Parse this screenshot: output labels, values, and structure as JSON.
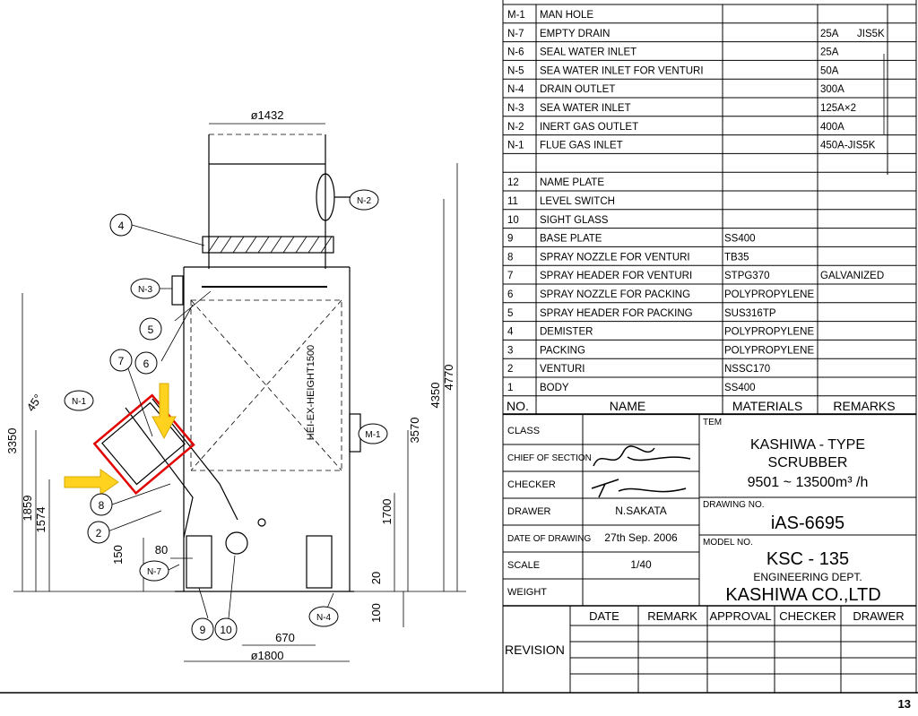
{
  "nozzles": [
    {
      "mark": "M-1",
      "name": "MAN HOLE",
      "spec": ""
    },
    {
      "mark": "N-7",
      "name": "EMPTY DRAIN",
      "spec": "25A",
      "std": "JIS5K"
    },
    {
      "mark": "N-6",
      "name": "SEAL WATER INLET",
      "spec": "25A"
    },
    {
      "mark": "N-5",
      "name": "SEA WATER INLET FOR VENTURI",
      "spec": "50A"
    },
    {
      "mark": "N-4",
      "name": "DRAIN OUTLET",
      "spec": "300A"
    },
    {
      "mark": "N-3",
      "name": "SEA WATER INLET",
      "spec": "125A×2"
    },
    {
      "mark": "N-2",
      "name": "INERT GAS OUTLET",
      "spec": "400A"
    },
    {
      "mark": "N-1",
      "name": "FLUE GAS INLET",
      "spec": "450A-JIS5K"
    }
  ],
  "parts": [
    {
      "no": "12",
      "name": "NAME PLATE",
      "material": "",
      "remark": ""
    },
    {
      "no": "11",
      "name": "LEVEL SWITCH",
      "material": "",
      "remark": ""
    },
    {
      "no": "10",
      "name": "SIGHT GLASS",
      "material": "",
      "remark": ""
    },
    {
      "no": "9",
      "name": "BASE PLATE",
      "material": "SS400",
      "remark": ""
    },
    {
      "no": "8",
      "name": "SPRAY NOZZLE FOR VENTURI",
      "material": "TB35",
      "remark": ""
    },
    {
      "no": "7",
      "name": "SPRAY HEADER FOR VENTURI",
      "material": "STPG370",
      "remark": "GALVANIZED"
    },
    {
      "no": "6",
      "name": "SPRAY NOZZLE FOR PACKING",
      "material": "POLYPROPYLENE",
      "remark": ""
    },
    {
      "no": "5",
      "name": "SPRAY HEADER FOR PACKING",
      "material": "SUS316TP",
      "remark": ""
    },
    {
      "no": "4",
      "name": "DEMISTER",
      "material": "POLYPROPYLENE",
      "remark": ""
    },
    {
      "no": "3",
      "name": "PACKING",
      "material": "POLYPROPYLENE",
      "remark": ""
    },
    {
      "no": "2",
      "name": "VENTURI",
      "material": "NSSC170",
      "remark": ""
    },
    {
      "no": "1",
      "name": "BODY",
      "material": "SS400",
      "remark": ""
    }
  ],
  "parts_header": {
    "no": "NO.",
    "name": "NAME",
    "materials": "MATERIALS",
    "remarks": "REMARKS"
  },
  "title_block": {
    "class_label": "CLASS",
    "chief_label": "CHIEF OF SECTION",
    "checker_label": "CHECKER",
    "drawer_label": "DRAWER",
    "drawer_value": "N.SAKATA",
    "date_label": "DATE OF DRAWING",
    "date_value": "27th Sep. 2006",
    "scale_label": "SCALE",
    "scale_value": "1/40",
    "weight_label": "WEIGHT",
    "item_label": "TEM",
    "title_line1": "KASHIWA - TYPE",
    "title_line2": "SCRUBBER",
    "title_line3": "9501 ~ 13500m³ /h",
    "drawing_no_label": "DRAWING NO.",
    "drawing_no": "iAS-6695",
    "model_no_label": "MODEL NO.",
    "model_no": "KSC - 135",
    "dept": "ENGINEERING DEPT.",
    "company": "KASHIWA CO.,LTD",
    "revision_label": "REVISION",
    "rev_cols": [
      "DATE",
      "REMARK",
      "APPROVAL",
      "CHECKER",
      "DRAWER"
    ]
  },
  "page_number": "13",
  "dimensions": {
    "top_dia": "ø1432",
    "bottom_dia": "ø1800",
    "h4770": "4770",
    "h4350": "4350",
    "h3570": "3570",
    "h3350": "3350",
    "h1859": "1859",
    "h1574": "1574",
    "h1700": "1700",
    "h1500": "HEI-EX-HEIGHT1500",
    "d80": "80",
    "d150": "150",
    "d670": "670",
    "d100": "100",
    "d20": "20",
    "angle": "45°"
  },
  "callouts": {
    "c4": "4",
    "c5": "5",
    "c6": "6",
    "c7": "7",
    "c8": "8",
    "c2": "2",
    "c9": "9",
    "c10": "10",
    "n1": "N-1",
    "n2": "N-2",
    "n3": "N-3",
    "n4": "N-4",
    "n7": "N-7",
    "m1": "M-1"
  },
  "highlight_color": "#e30000",
  "arrow_color": "#ffd21f"
}
